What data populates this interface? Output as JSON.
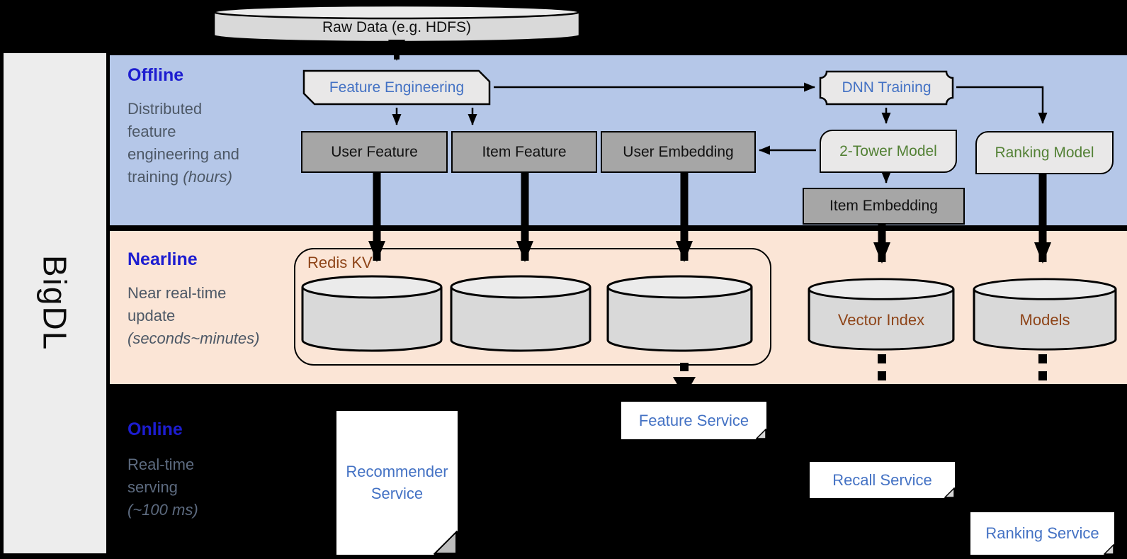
{
  "brand": {
    "name": "BigDL"
  },
  "raw_data": {
    "label": "Raw Data (e.g. HDFS)"
  },
  "bands": {
    "offline": {
      "title": "Offline",
      "desc_pre": "Distributed\nfeature\nengineering and\n",
      "desc_last": "training",
      "desc_italic": "(hours)"
    },
    "nearline": {
      "title": "Nearline",
      "desc_pre": "Near real-time\nupdate\n",
      "desc_last": "",
      "desc_italic": "(seconds~minutes)"
    },
    "online": {
      "title": "Online",
      "desc_pre": "Real-time\nserving\n",
      "desc_last": "",
      "desc_italic": "(~100 ms)"
    }
  },
  "offline": {
    "feature_engineering": "Feature Engineering",
    "dnn_training": "DNN Training",
    "user_feature": "User Feature",
    "item_feature": "Item Feature",
    "user_embedding": "User Embedding",
    "two_tower_model": "2-Tower Model",
    "ranking_model": "Ranking Model",
    "item_embedding": "Item Embedding"
  },
  "nearline": {
    "redis_kv": "Redis KV",
    "vector_index": "Vector Index",
    "models": "Models"
  },
  "online": {
    "recommender_service": "Recommender Service",
    "feature_service": "Feature Service",
    "recall_service": "Recall Service",
    "ranking_service": "Ranking Service"
  },
  "colors": {
    "page_bg": "#000000",
    "sidebar_bg": "#EDEDED",
    "offline_bg": "#B5C7E8",
    "nearline_bg": "#FBE5D6",
    "header_blue": "#1D1DD0",
    "label_blue": "#4472C4",
    "green": "#538135",
    "brown": "#8E4418",
    "desc_gray": "#4D5866",
    "online_desc_gray": "#5D6B80",
    "box_gray": "#A6A6A6",
    "shape_light": "#E9E8E8",
    "cylinder_fill": "#D9D9D9",
    "cylinder_top": "#EBEBEB"
  }
}
